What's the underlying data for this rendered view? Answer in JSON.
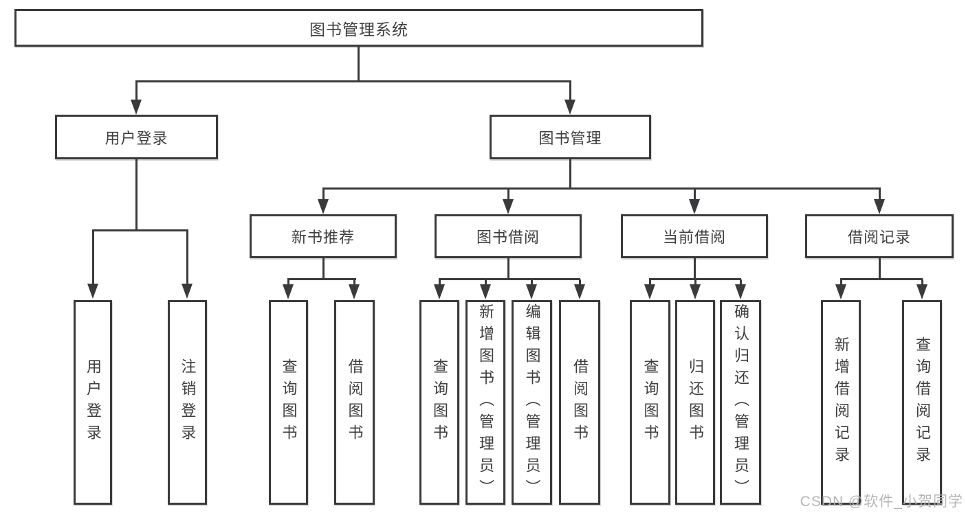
{
  "diagram_title": "图书管理系统",
  "colors": {
    "line": "#3a3a3c",
    "text": "#3e3e40",
    "box_bg": "#ffffff",
    "watermark": "#b2b2b2",
    "background": "#ffffff"
  },
  "nodes": {
    "root": "图书管理系统",
    "user_login": {
      "label": "用户登录",
      "children": [
        "用户登录",
        "注销登录"
      ]
    },
    "book_mgmt": {
      "label": "图书管理"
    },
    "groups": [
      {
        "label": "新书推荐",
        "children": [
          "查询图书",
          "借阅图书"
        ]
      },
      {
        "label": "图书借阅",
        "children": [
          "查询图书",
          "新增图书（管理员）",
          "编辑图书（管理员）",
          "借阅图书"
        ]
      },
      {
        "label": "当前借阅",
        "children": [
          "查询图书",
          "归还图书",
          "确认归还（管理员）"
        ]
      },
      {
        "label": "借阅记录",
        "children": [
          "新增借阅记录",
          "查询借阅记录"
        ]
      }
    ]
  },
  "watermark": "CSDN @软件_小贺同学"
}
